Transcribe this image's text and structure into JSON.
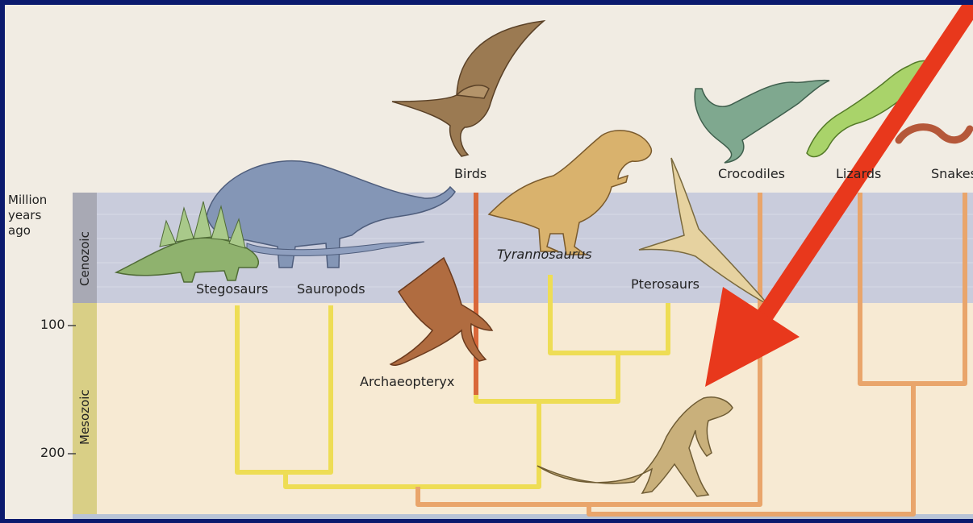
{
  "axis": {
    "title_lines": [
      "Million",
      "years",
      "ago"
    ],
    "ticks": [
      "100",
      "200"
    ]
  },
  "eras": {
    "cenozoic": "Cenozoic",
    "mesozoic": "Mesozoic"
  },
  "groups": {
    "stegosaurs": "Stegosaurs",
    "sauropods": "Sauropods",
    "birds": "Birds",
    "archaeopteryx": "Archaeopteryx",
    "tyrannosaurus": "Tyrannosaurus",
    "pterosaurs": "Pterosaurs",
    "crocodiles": "Crocodiles",
    "lizards": "Lizards",
    "snakes": "Snakes"
  },
  "colors": {
    "cenozoic_band": "#c9ccdc",
    "mesozoic_band": "#f7ead3",
    "yellow_branch": "#eedd55",
    "orange_branch": "#e9a56b",
    "bird_branch": "#d9683a",
    "arrow": "#e8381c"
  }
}
